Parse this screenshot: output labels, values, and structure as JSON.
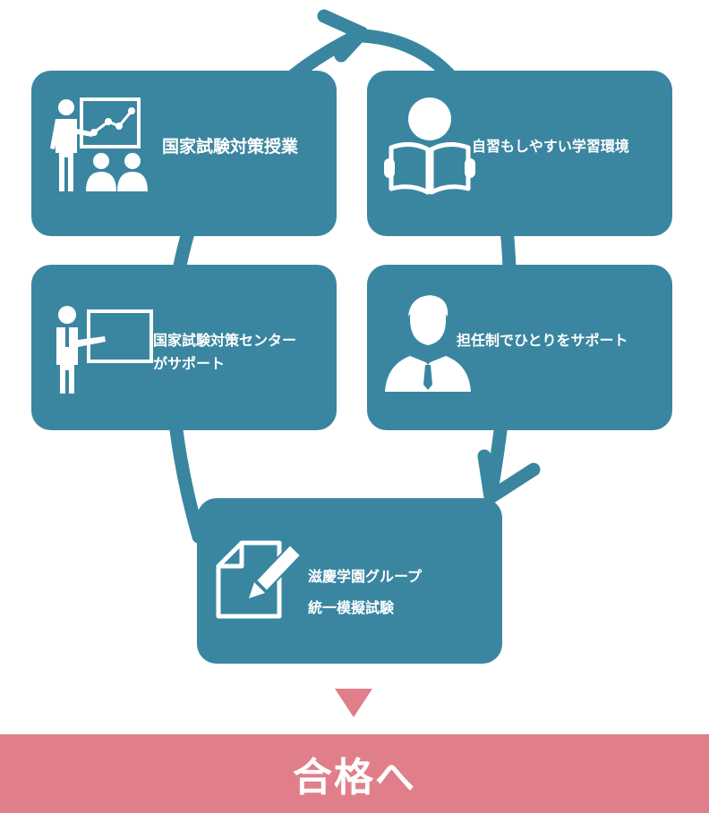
{
  "colors": {
    "card": "#3a86a0",
    "cycle": "#3a86a0",
    "goal": "#e07f8a",
    "text": "#ffffff"
  },
  "steps": [
    {
      "label": "国家試験対策授業",
      "icon": "teacher-presentation-icon"
    },
    {
      "label": "自習もしやすい学習環境",
      "icon": "reading-person-icon"
    },
    {
      "label_lines": [
        "国家試験対策センター",
        "がサポート"
      ],
      "icon": "teacher-whiteboard-icon"
    },
    {
      "label": "担任制でひとりをサポート",
      "icon": "businessman-icon"
    },
    {
      "label_lines": [
        "滋慶学園グループ",
        "統一模擬試験"
      ],
      "icon": "document-pencil-icon"
    }
  ],
  "goal": {
    "label": "合格へ"
  }
}
